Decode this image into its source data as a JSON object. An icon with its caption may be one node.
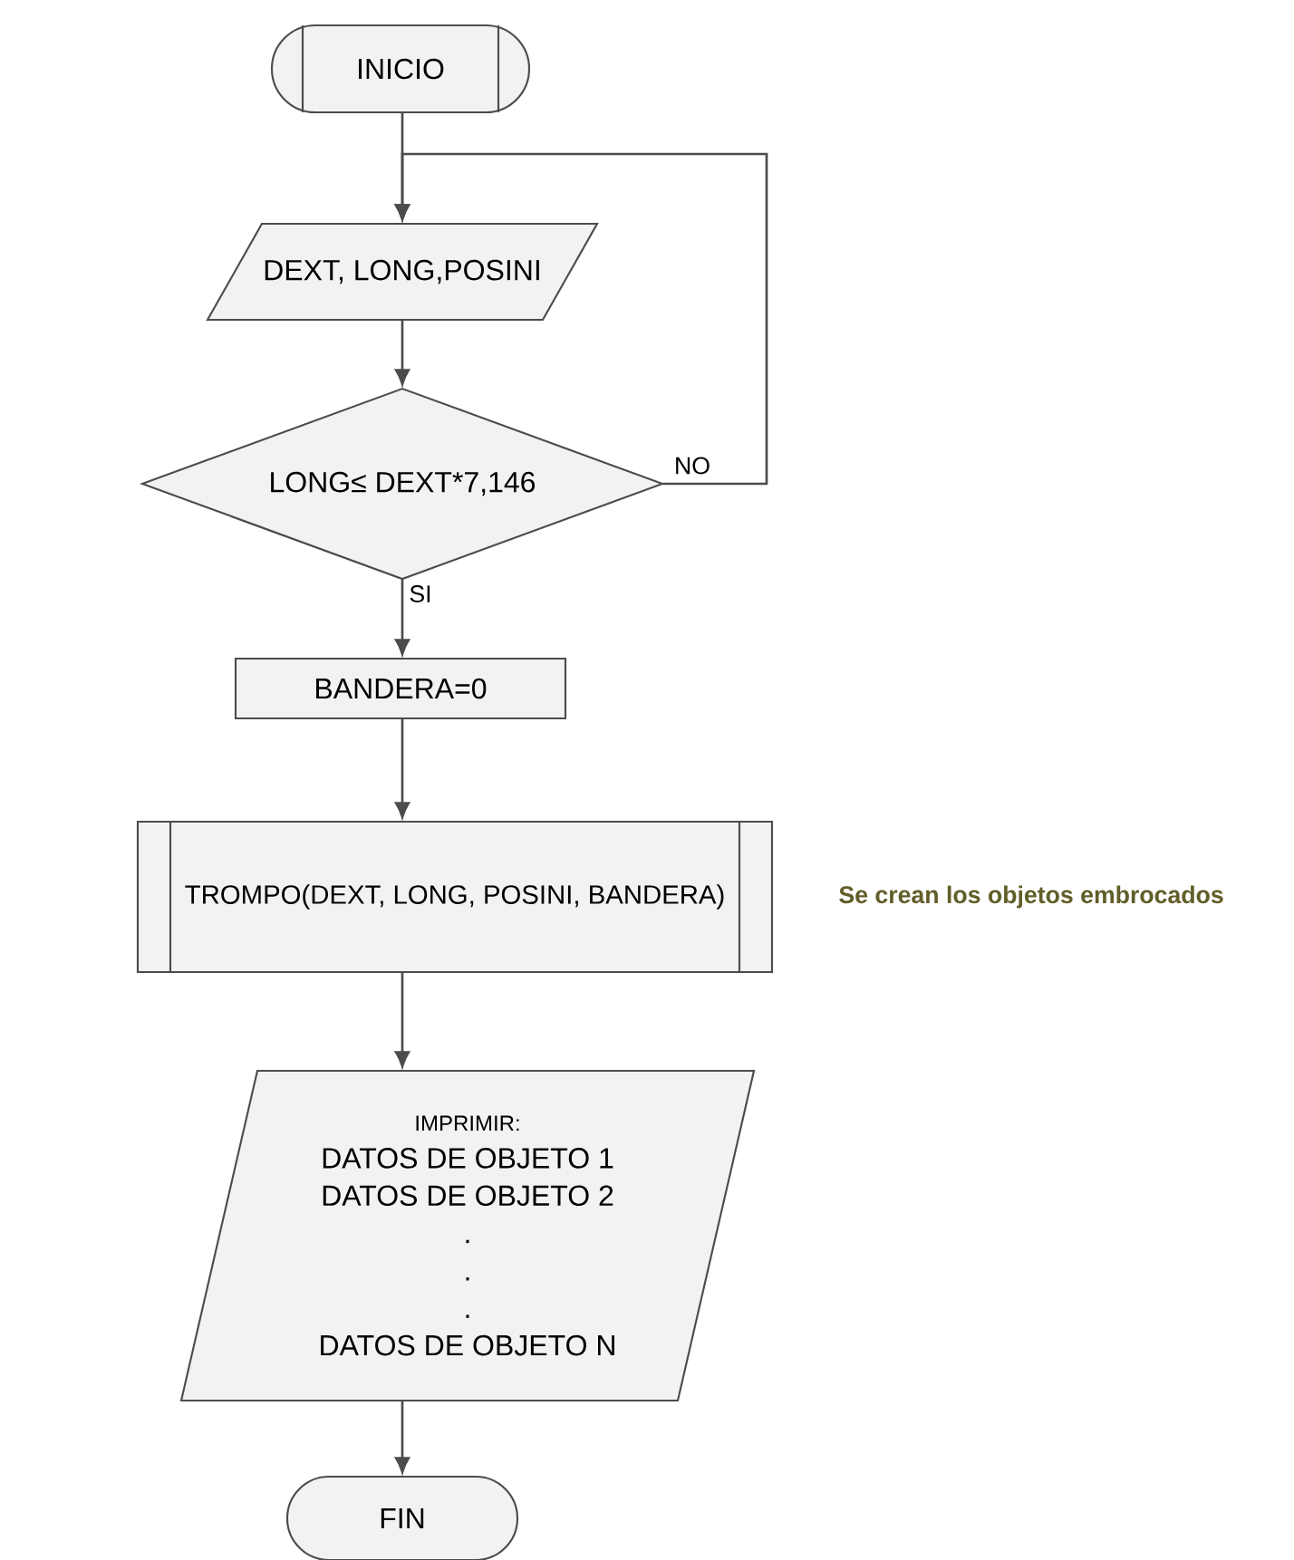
{
  "diagram": {
    "nodes": [
      {
        "text": [
          "INICIO"
        ]
      },
      {
        "text": [
          "DEXT, LONG,POSINI"
        ]
      },
      {
        "text": [
          "LONG≤ DEXT*7,146"
        ]
      },
      {
        "text": [
          "BANDERA=0"
        ]
      },
      {
        "text": [
          "TROMPO(DEXT, LONG, POSINI, BANDERA)"
        ],
        "beside": [
          "Se crean los objetos embrocados"
        ]
      },
      {
        "text": [
          "IMPRIMIR:",
          "DATOS DE OBJETO 1",
          "DATOS DE OBJETO 2",
          ".",
          ".",
          ".",
          "DATOS DE OBJETO N"
        ]
      },
      {
        "text": [
          "FIN"
        ]
      }
    ],
    "edges": [
      {
        "from": 0,
        "to": 1,
        "arrow": "to"
      },
      {
        "from": 2,
        "to": 1,
        "arrow": "to",
        "label": "NO"
      },
      {
        "from": 1,
        "to": 2,
        "arrow": "to"
      },
      {
        "from": 2,
        "to": 3,
        "arrow": "to",
        "label": "SI"
      },
      {
        "from": 3,
        "to": 4,
        "arrow": "to"
      },
      {
        "from": 4,
        "to": 5,
        "arrow": "to"
      },
      {
        "from": 5,
        "to": 6,
        "arrow": "to"
      }
    ]
  }
}
